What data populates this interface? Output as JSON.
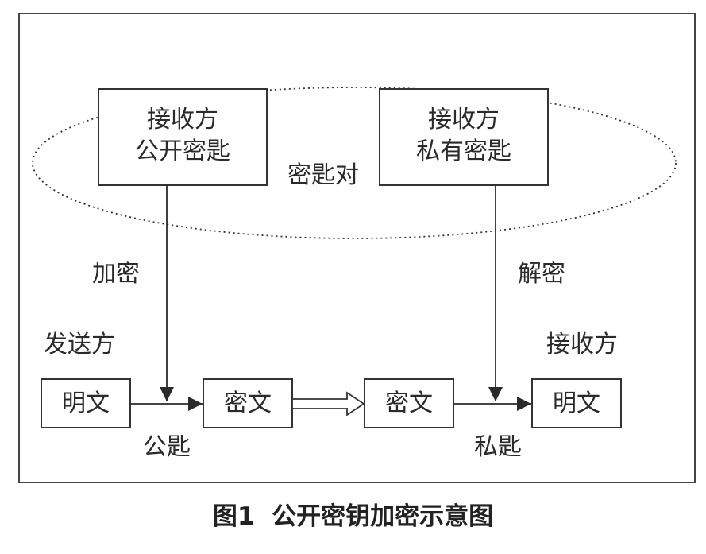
{
  "frame_labels": {
    "key_pair": "密匙对",
    "encrypt": "加密",
    "decrypt": "解密",
    "sender": "发送方",
    "receiver": "接收方",
    "public_key": "公匙",
    "private_key": "私匙"
  },
  "boxes": {
    "receiver_public_key": [
      "接收方",
      "公开密匙"
    ],
    "receiver_private_key": [
      "接收方",
      "私有密匙"
    ],
    "plaintext_left": "明文",
    "ciphertext_left": "密文",
    "ciphertext_right": "密文",
    "plaintext_right": "明文"
  },
  "caption": {
    "number": "图1",
    "title": "公开密钥加密示意图"
  }
}
